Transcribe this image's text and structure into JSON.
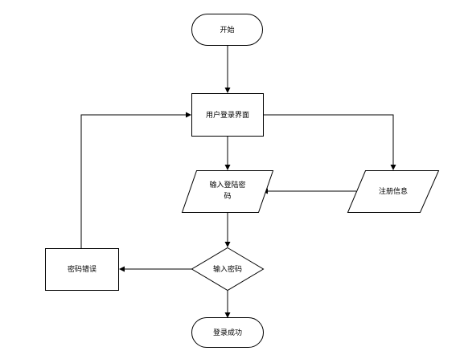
{
  "nodes": {
    "start": {
      "label": "开始"
    },
    "login_screen": {
      "label": "用户登录界面"
    },
    "input_credentials": {
      "line1": "输入登陆密",
      "line2": "码"
    },
    "register_info": {
      "label": "注册信息"
    },
    "check_password": {
      "label": "输入密码"
    },
    "password_error": {
      "label": "密码错误"
    },
    "login_success": {
      "label": "登录成功"
    }
  }
}
